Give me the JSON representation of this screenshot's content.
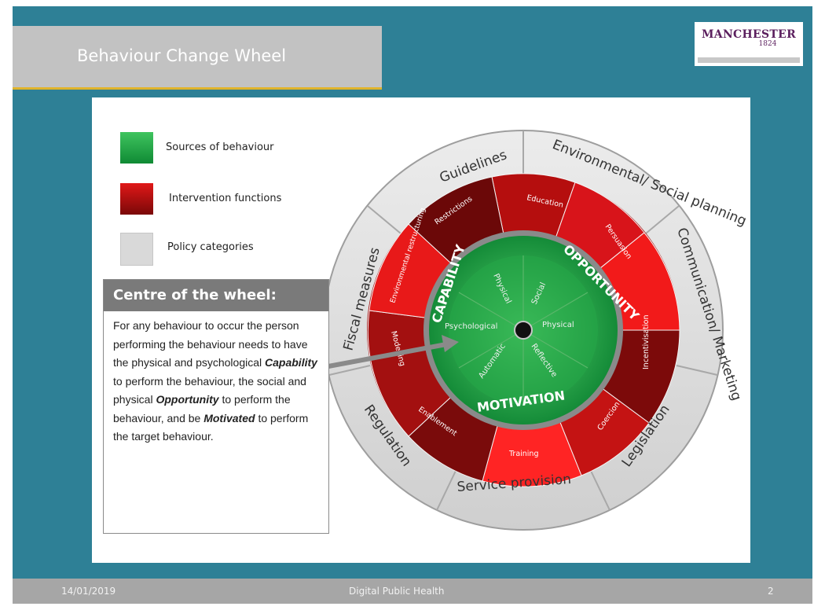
{
  "title": "Behaviour Change Wheel",
  "logo": {
    "name": "MANCHESTER",
    "year": "1824"
  },
  "legend": [
    {
      "label": "Sources of behaviour",
      "color": "#19a33f"
    },
    {
      "label": "Intervention functions",
      "color": "#b01010"
    },
    {
      "label": "Policy categories",
      "color": "#dcdcdc"
    }
  ],
  "callout": {
    "heading": "Centre of the wheel:",
    "t1": "For any behaviour to occur the person performing the behaviour needs to have the physical and psychological ",
    "b1": "Capability",
    "t2": " to perform the behaviour, the social and physical ",
    "b2": "Opportunity",
    "t3": " to perform the behaviour, and be ",
    "b3": "Motivated",
    "t4": " to perform the target behaviour."
  },
  "wheel": {
    "policy": [
      "Guidelines",
      "Environmental/ Social planning",
      "Communication/ Marketing",
      "Legislation",
      "Service provision",
      "Regulation",
      "Fiscal measures"
    ],
    "functions": [
      "Restrictions",
      "Education",
      "Persuasion",
      "Incentivisation",
      "Coercion",
      "Training",
      "Enablement",
      "Modelling",
      "Environmental restructuring"
    ],
    "sources_outer": [
      "CAPABILITY",
      "OPPORTUNITY",
      "MOTIVATION"
    ],
    "sources_inner": [
      "Physical",
      "Social",
      "Physical",
      "Reflective",
      "Automatic",
      "Psychological"
    ]
  },
  "footer": {
    "date": "14/01/2019",
    "center": "Digital Public Health",
    "page": "2"
  }
}
